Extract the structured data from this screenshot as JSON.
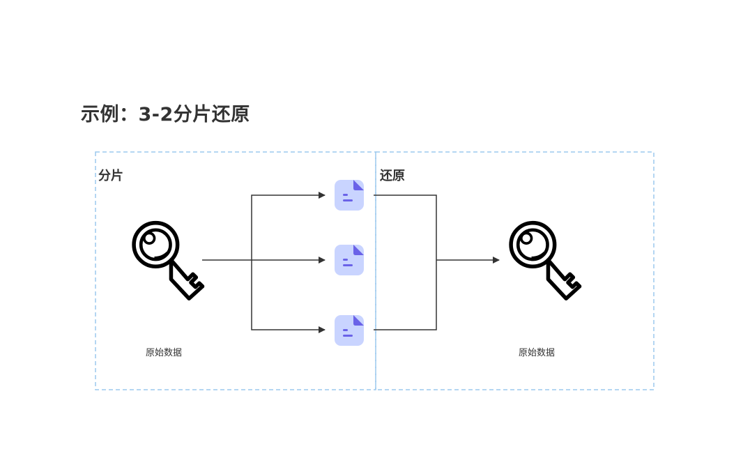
{
  "title": "示例：3-2分片还原",
  "panels": {
    "split": {
      "label": "分片"
    },
    "restore": {
      "label": "还原"
    }
  },
  "nodes": {
    "source_key": {
      "icon": "key-icon",
      "caption": "原始数据"
    },
    "shards": [
      {
        "icon": "document-icon"
      },
      {
        "icon": "document-icon"
      },
      {
        "icon": "document-icon"
      }
    ],
    "restored_key": {
      "icon": "key-icon",
      "caption": "原始数据"
    }
  },
  "colors": {
    "panel_border": "#9cc8ee",
    "document_fill": "#c9d4ff",
    "document_accent": "#6a62e8",
    "connector": "#333333",
    "key": "#000000"
  }
}
